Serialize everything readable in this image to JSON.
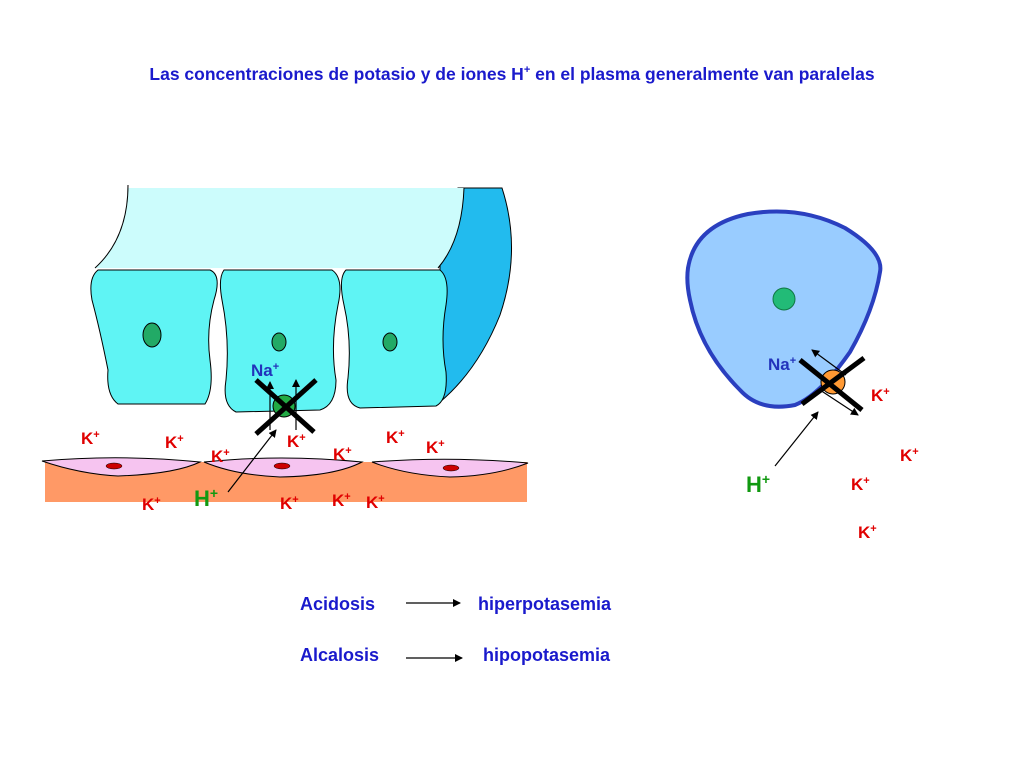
{
  "title": {
    "text_before": "Las concentraciones de potasio y de iones H",
    "sup": "+",
    "text_after": " en el plasma generalmente van paralelas"
  },
  "ions": {
    "potassium": "K",
    "sodium": "Na",
    "hydrogen": "H",
    "charge": "+"
  },
  "relations": [
    {
      "condition": "Acidosis",
      "result": "hiperpotasemia"
    },
    {
      "condition": "Alcalosis",
      "result": "hipopotasemia"
    }
  ],
  "colors": {
    "title": "#1a1acc",
    "potassium": "#e00000",
    "sodium": "#2233bb",
    "hydrogen": "#119911",
    "epithelium": "#5ff4f4",
    "lumen": "#ccfcfc",
    "cell": "#99ccff",
    "cell_border": "#2a3fbf",
    "interstitium": "#ff9966"
  }
}
